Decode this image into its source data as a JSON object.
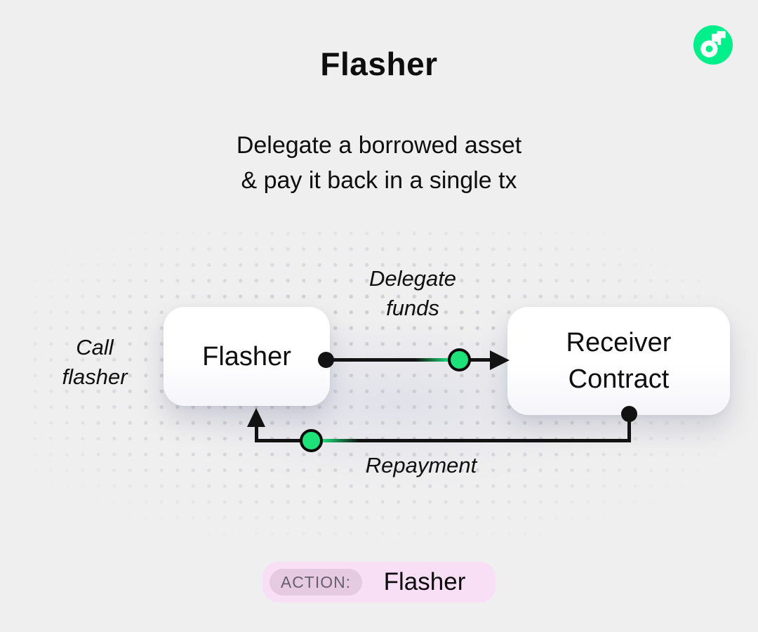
{
  "page": {
    "background": "#efefef",
    "text_color": "#0e0e0e"
  },
  "header": {
    "title": "Flasher",
    "subtitle_line1": "Delegate a borrowed asset",
    "subtitle_line2": "& pay it back in a single tx"
  },
  "logo": {
    "name": "flow-logo",
    "green": "#00ef8b",
    "glyph": "#ffffff"
  },
  "diagram": {
    "accent_green": "#1ee17a",
    "call_label": {
      "line1": "Call",
      "line2": "flasher"
    },
    "flasher_box_label": "Flasher",
    "receiver_box": {
      "line1": "Receiver",
      "line2": "Contract"
    },
    "delegate_label": {
      "line1": "Delegate",
      "line2": "funds"
    },
    "repayment_label": "Repayment"
  },
  "action_badge": {
    "label": "ACTION:",
    "value": "Flasher",
    "outer_bg": "#f8dff6",
    "inner_bg": "#e5cae1",
    "label_color": "#67606c"
  }
}
